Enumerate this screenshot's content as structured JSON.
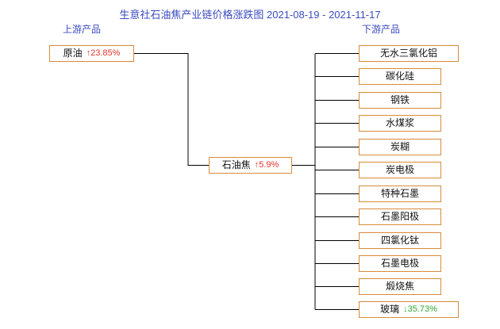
{
  "title": {
    "text": "生意社石油焦产业链价格涨跌图",
    "date_range": "2021-08-19 - 2021-11-17",
    "color": "#3b4cc0"
  },
  "columns": {
    "upstream_label": "上游产品",
    "downstream_label": "下游产品"
  },
  "colors": {
    "up": "#e8342a",
    "down": "#2fa82f",
    "node_border": "#d98a3a",
    "connector": "#000000"
  },
  "icons": {
    "up_arrow": "↑",
    "down_arrow": "↓"
  },
  "upstream": [
    {
      "label": "原油",
      "change": "23.85%",
      "direction": "up",
      "arrow": "↑"
    }
  ],
  "center": {
    "label": "石油焦",
    "change": "5.9%",
    "direction": "up",
    "arrow": "↑"
  },
  "downstream": [
    {
      "label": "无水三氯化铝",
      "change": "",
      "direction": "none",
      "arrow": ""
    },
    {
      "label": "碳化硅",
      "change": "",
      "direction": "none",
      "arrow": ""
    },
    {
      "label": "钢铁",
      "change": "",
      "direction": "none",
      "arrow": ""
    },
    {
      "label": "水煤浆",
      "change": "",
      "direction": "none",
      "arrow": ""
    },
    {
      "label": "炭糊",
      "change": "",
      "direction": "none",
      "arrow": ""
    },
    {
      "label": "炭电极",
      "change": "",
      "direction": "none",
      "arrow": ""
    },
    {
      "label": "特种石墨",
      "change": "",
      "direction": "none",
      "arrow": ""
    },
    {
      "label": "石墨阳极",
      "change": "",
      "direction": "none",
      "arrow": ""
    },
    {
      "label": "四氯化钛",
      "change": "",
      "direction": "none",
      "arrow": ""
    },
    {
      "label": "石墨电极",
      "change": "",
      "direction": "none",
      "arrow": ""
    },
    {
      "label": "煅烧焦",
      "change": "",
      "direction": "none",
      "arrow": ""
    },
    {
      "label": "玻璃",
      "change": "35.73%",
      "direction": "down",
      "arrow": "↓"
    }
  ]
}
